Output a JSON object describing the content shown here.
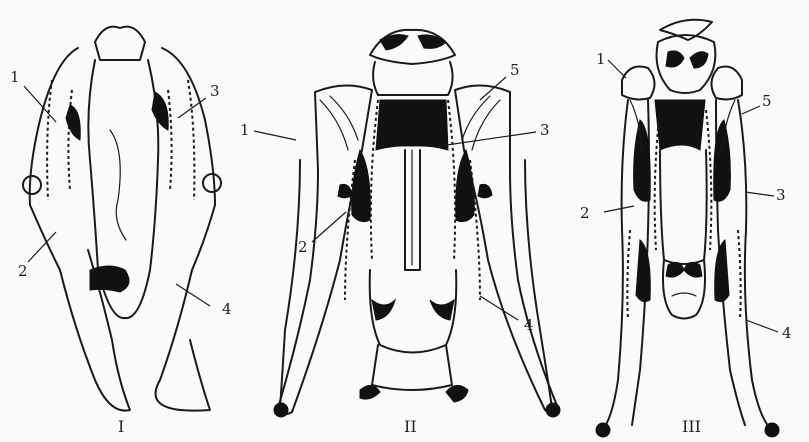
{
  "figures": [
    {
      "caption": "I",
      "labels": [
        "1",
        "2",
        "3",
        "4"
      ]
    },
    {
      "caption": "II",
      "labels": [
        "1",
        "2",
        "3",
        "4",
        "5"
      ]
    },
    {
      "caption": "III",
      "labels": [
        "1",
        "2",
        "3",
        "4",
        "5"
      ]
    }
  ],
  "colors": {
    "ink": "#1a1a1a",
    "background": "#fbfaf8"
  }
}
